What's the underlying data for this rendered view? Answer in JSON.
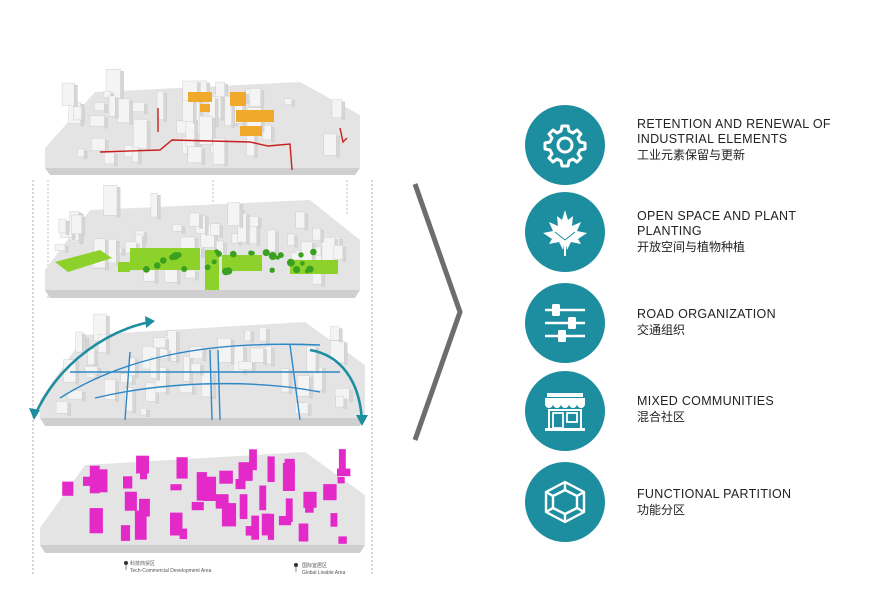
{
  "colors": {
    "teal": "#1d8ea0",
    "orange": "#f0a92a",
    "red": "#c81e1e",
    "green": "#8cd22a",
    "blue": "#2e88c8",
    "magenta": "#e32ac9",
    "gray": "#6d6d6d"
  },
  "legend": {
    "left_zh": "科技商贸区",
    "left_en": "Tech-Commercial Development Area",
    "right_zh": "国际宜居区",
    "right_en": "Global Livable Area"
  },
  "features": [
    {
      "icon": "gear-icon",
      "en": "RETENTION AND RENEWAL  OF INDUSTRIAL ELEMENTS",
      "zh": "工业元素保留与更新"
    },
    {
      "icon": "maple-leaf-icon",
      "en": "OPEN SPACE AND PLANT PLANTING",
      "zh": "开放空间与植物种植"
    },
    {
      "icon": "sliders-icon",
      "en": "ROAD ORGANIZATION",
      "zh": "交通组织"
    },
    {
      "icon": "storefront-icon",
      "en": "MIXED COMMUNITIES",
      "zh": "混合社区"
    },
    {
      "icon": "cube-wireframe-icon",
      "en": "FUNCTIONAL PARTITION",
      "zh": "功能分区"
    }
  ]
}
